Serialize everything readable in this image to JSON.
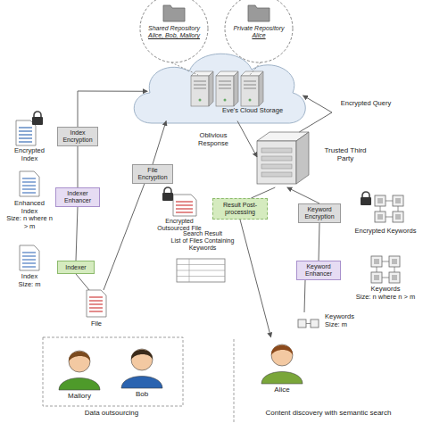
{
  "diagram": {
    "nodes": [
      {
        "text": [
          "Shared Repository",
          "Alice, Bob, Mallory"
        ]
      },
      {
        "text": [
          "Private Repository",
          "Alice"
        ]
      },
      {
        "text": [
          "Eve's Cloud Storage"
        ]
      },
      {
        "text": [
          "Encrypted Index"
        ]
      },
      {
        "text": [
          "Index Encryption"
        ]
      },
      {
        "text": [
          "Trusted Third Party"
        ]
      },
      {
        "text": [
          "File Encryption"
        ]
      },
      {
        "text": [
          "Encrypted Outsourced File"
        ]
      },
      {
        "text": [
          "Enhanced Index",
          "Size: n where n > m"
        ]
      },
      {
        "text": [
          "Indexer Enhancer"
        ]
      },
      {
        "text": [
          "Result Post-processing"
        ]
      },
      {
        "text": [
          "Keyword Encryption"
        ]
      },
      {
        "text": [
          "Encrypted Keywords"
        ]
      },
      {
        "text": [
          "Search Result",
          "List of Files Containing Keywords"
        ]
      },
      {
        "text": [
          "Index",
          "Size: m"
        ]
      },
      {
        "text": [
          "Indexer"
        ]
      },
      {
        "text": [
          "Keyword Enhancer"
        ]
      },
      {
        "text": [
          "Keywords",
          "Size: n where n > m"
        ]
      },
      {
        "text": [
          "Keywords",
          "Size: m"
        ]
      },
      {
        "text": [
          "File"
        ]
      },
      {
        "text": [
          "Mallory"
        ]
      },
      {
        "text": [
          "Bob"
        ]
      },
      {
        "text": [
          "Alice"
        ]
      }
    ],
    "edges": [
      {
        "from": 19,
        "to": 15,
        "arrow": "none"
      },
      {
        "from": 15,
        "to": 9,
        "arrow": "none"
      },
      {
        "from": 9,
        "to": 4,
        "arrow": "none"
      },
      {
        "from": 4,
        "to": 2,
        "arrow": "to"
      },
      {
        "from": 19,
        "to": 6,
        "arrow": "none"
      },
      {
        "from": 6,
        "to": 2,
        "arrow": "to"
      },
      {
        "from": 5,
        "to": 2,
        "label": "Encrypted Query",
        "arrow": "to"
      },
      {
        "from": 2,
        "to": 5,
        "label": "Oblivious Response",
        "arrow": "to"
      },
      {
        "from": 5,
        "to": 10,
        "arrow": "none"
      },
      {
        "from": 10,
        "to": 22,
        "arrow": "to"
      },
      {
        "from": 18,
        "to": 16,
        "arrow": "none"
      },
      {
        "from": 16,
        "to": 11,
        "arrow": "none"
      },
      {
        "from": 11,
        "to": 5,
        "arrow": "to"
      }
    ],
    "labels": [
      "Data outsourcing",
      "Content discovery with semantic search"
    ]
  }
}
